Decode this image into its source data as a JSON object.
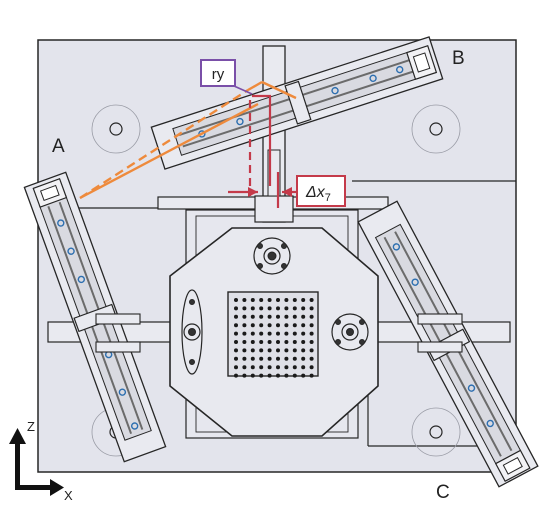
{
  "labels": {
    "a": "A",
    "b": "B",
    "c": "C",
    "ry": "ry",
    "dx_base": "Δx",
    "dx_sub": "7",
    "axis_z": "Z",
    "axis_x": "X"
  },
  "colors": {
    "background": "#e3e4ec",
    "stroke": "#262626",
    "rail": "#6b6b6b",
    "orange": "#ee8a3c",
    "red": "#c43a4a",
    "ry_box": "#7a4fa8",
    "ring": "#2d6fb0"
  }
}
